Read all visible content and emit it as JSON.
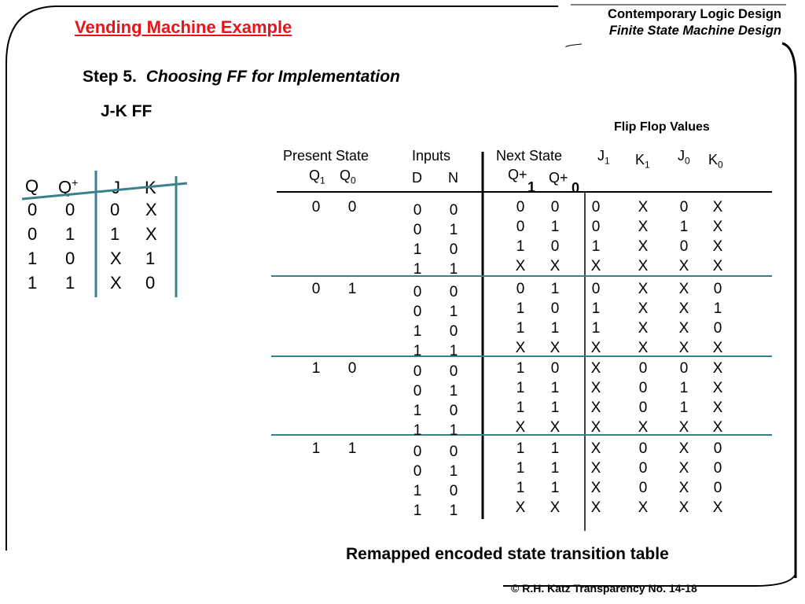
{
  "header": {
    "title": "Vending Machine Example",
    "course": "Contemporary Logic Design",
    "topic": "Finite State Machine Design"
  },
  "step": {
    "label": "Step 5.",
    "text": "Choosing FF for Implementation"
  },
  "ff_type": "J-K FF",
  "excitation_table": {
    "headers": [
      "Q",
      "Q",
      "+",
      "J",
      "K"
    ],
    "rows": [
      [
        "0",
        "0",
        "0",
        "X"
      ],
      [
        "0",
        "1",
        "1",
        "X"
      ],
      [
        "1",
        "0",
        "X",
        "1"
      ],
      [
        "1",
        "1",
        "X",
        "0"
      ]
    ]
  },
  "ff_values_label": "Flip Flop Values",
  "table_headers": {
    "present_state": "Present State",
    "inputs": "Inputs",
    "next_state": "Next State",
    "q": "Q",
    "sub1": "1",
    "sub0": "0",
    "d": "D",
    "n": "N",
    "qplus": "Q+",
    "j": "J",
    "k": "K"
  },
  "rows": [
    [
      "0",
      "0",
      "0",
      "0",
      "0",
      "0",
      "0",
      "X",
      "0",
      "X"
    ],
    [
      "",
      "",
      "0",
      "1",
      "0",
      "1",
      "0",
      "X",
      "1",
      "X"
    ],
    [
      "",
      "",
      "1",
      "0",
      "1",
      "0",
      "1",
      "X",
      "0",
      "X"
    ],
    [
      "",
      "",
      "1",
      "1",
      "X",
      "X",
      "X",
      "X",
      "X",
      "X"
    ],
    [
      "0",
      "1",
      "0",
      "0",
      "0",
      "1",
      "0",
      "X",
      "X",
      "0"
    ],
    [
      "",
      "",
      "0",
      "1",
      "1",
      "0",
      "1",
      "X",
      "X",
      "1"
    ],
    [
      "",
      "",
      "1",
      "0",
      "1",
      "1",
      "1",
      "X",
      "X",
      "0"
    ],
    [
      "",
      "",
      "1",
      "1",
      "X",
      "X",
      "X",
      "X",
      "X",
      "X"
    ],
    [
      "1",
      "0",
      "0",
      "0",
      "1",
      "0",
      "X",
      "0",
      "0",
      "X"
    ],
    [
      "",
      "",
      "0",
      "1",
      "1",
      "1",
      "X",
      "0",
      "1",
      "X"
    ],
    [
      "",
      "",
      "1",
      "0",
      "1",
      "1",
      "X",
      "0",
      "1",
      "X"
    ],
    [
      "",
      "",
      "1",
      "1",
      "X",
      "X",
      "X",
      "X",
      "X",
      "X"
    ],
    [
      "1",
      "1",
      "0",
      "0",
      "1",
      "1",
      "X",
      "0",
      "X",
      "0"
    ],
    [
      "",
      "",
      "0",
      "1",
      "1",
      "1",
      "X",
      "0",
      "X",
      "0"
    ],
    [
      "",
      "",
      "1",
      "0",
      "1",
      "1",
      "X",
      "0",
      "X",
      "0"
    ],
    [
      "",
      "",
      "1",
      "1",
      "X",
      "X",
      "X",
      "X",
      "X",
      "X"
    ]
  ],
  "caption": "Remapped encoded state transition table",
  "footer": "© R.H. Katz   Transparency No. 14-18",
  "colors": {
    "title": "#e8141b",
    "divider": "#3a7f8c"
  }
}
